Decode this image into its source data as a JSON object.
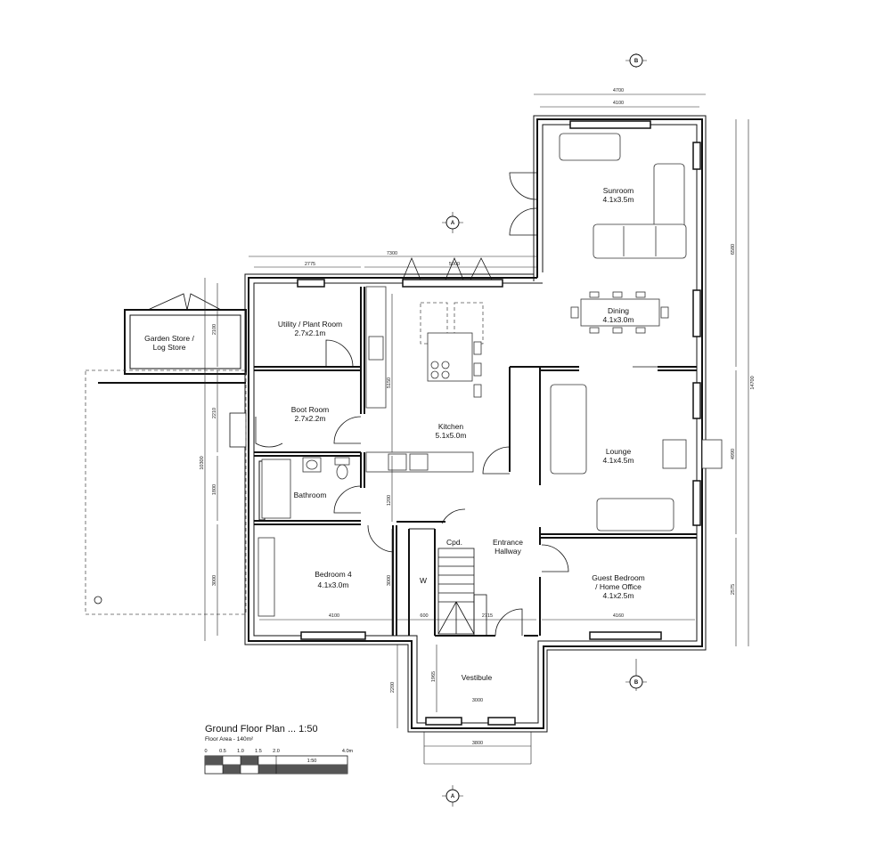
{
  "title": "Ground Floor Plan ... 1:50",
  "floor_area": "Floor Area - 140m²",
  "scale_bar": {
    "ticks": [
      "0",
      "0.5",
      "1.0",
      "1.5",
      "2.0",
      "4.0m"
    ],
    "label": "1:50"
  },
  "section_markers": [
    "B",
    "A",
    "B",
    "A"
  ],
  "rooms": [
    {
      "name": "Sunroom",
      "size": "4.1x3.5m"
    },
    {
      "name": "Dining",
      "size": "4.1x3.0m"
    },
    {
      "name": "Utility / Plant Room",
      "size": "2.7x2.1m"
    },
    {
      "name": "Kitchen",
      "size": "5.1x5.0m"
    },
    {
      "name": "Boot Room",
      "size": "2.7x2.2m"
    },
    {
      "name": "Lounge",
      "size": "4.1x4.5m"
    },
    {
      "name": "Bathroom",
      "size": ""
    },
    {
      "name": "Cpd.",
      "size": ""
    },
    {
      "name": "Entrance Hallway",
      "size": ""
    },
    {
      "name": "Bedroom 4",
      "size": "4.1x3.0m"
    },
    {
      "name": "W",
      "size": ""
    },
    {
      "name": "Guest Bedroom / Home Office",
      "size": "4.1x2.5m"
    },
    {
      "name": "Vestibule",
      "size": ""
    },
    {
      "name": "Garden Store / Log Store",
      "size": ""
    }
  ],
  "dimensions": {
    "top_outer": "4700",
    "top_inner": "4100",
    "kitchen_run": "7300",
    "utility_width": "2775",
    "kitchen_width": "5000",
    "right_upper": "6580",
    "right_total": "14700",
    "right_mid": "4990",
    "right_lower": "2575",
    "left_util": "2100",
    "left_boot": "2210",
    "left_total": "10300",
    "left_bath": "1800",
    "left_bed": "3000",
    "kitchen_depth": "5150",
    "hall_depth": "1200",
    "bed_depth": "3000",
    "bed_width": "4100",
    "wardrobe_width": "600",
    "stair_width": "2715",
    "guest_width": "4160",
    "vestibule_depth_outer": "2200",
    "vestibule_depth": "1965",
    "vestibule_inner": "3000",
    "vestibule_outer": "3800"
  }
}
